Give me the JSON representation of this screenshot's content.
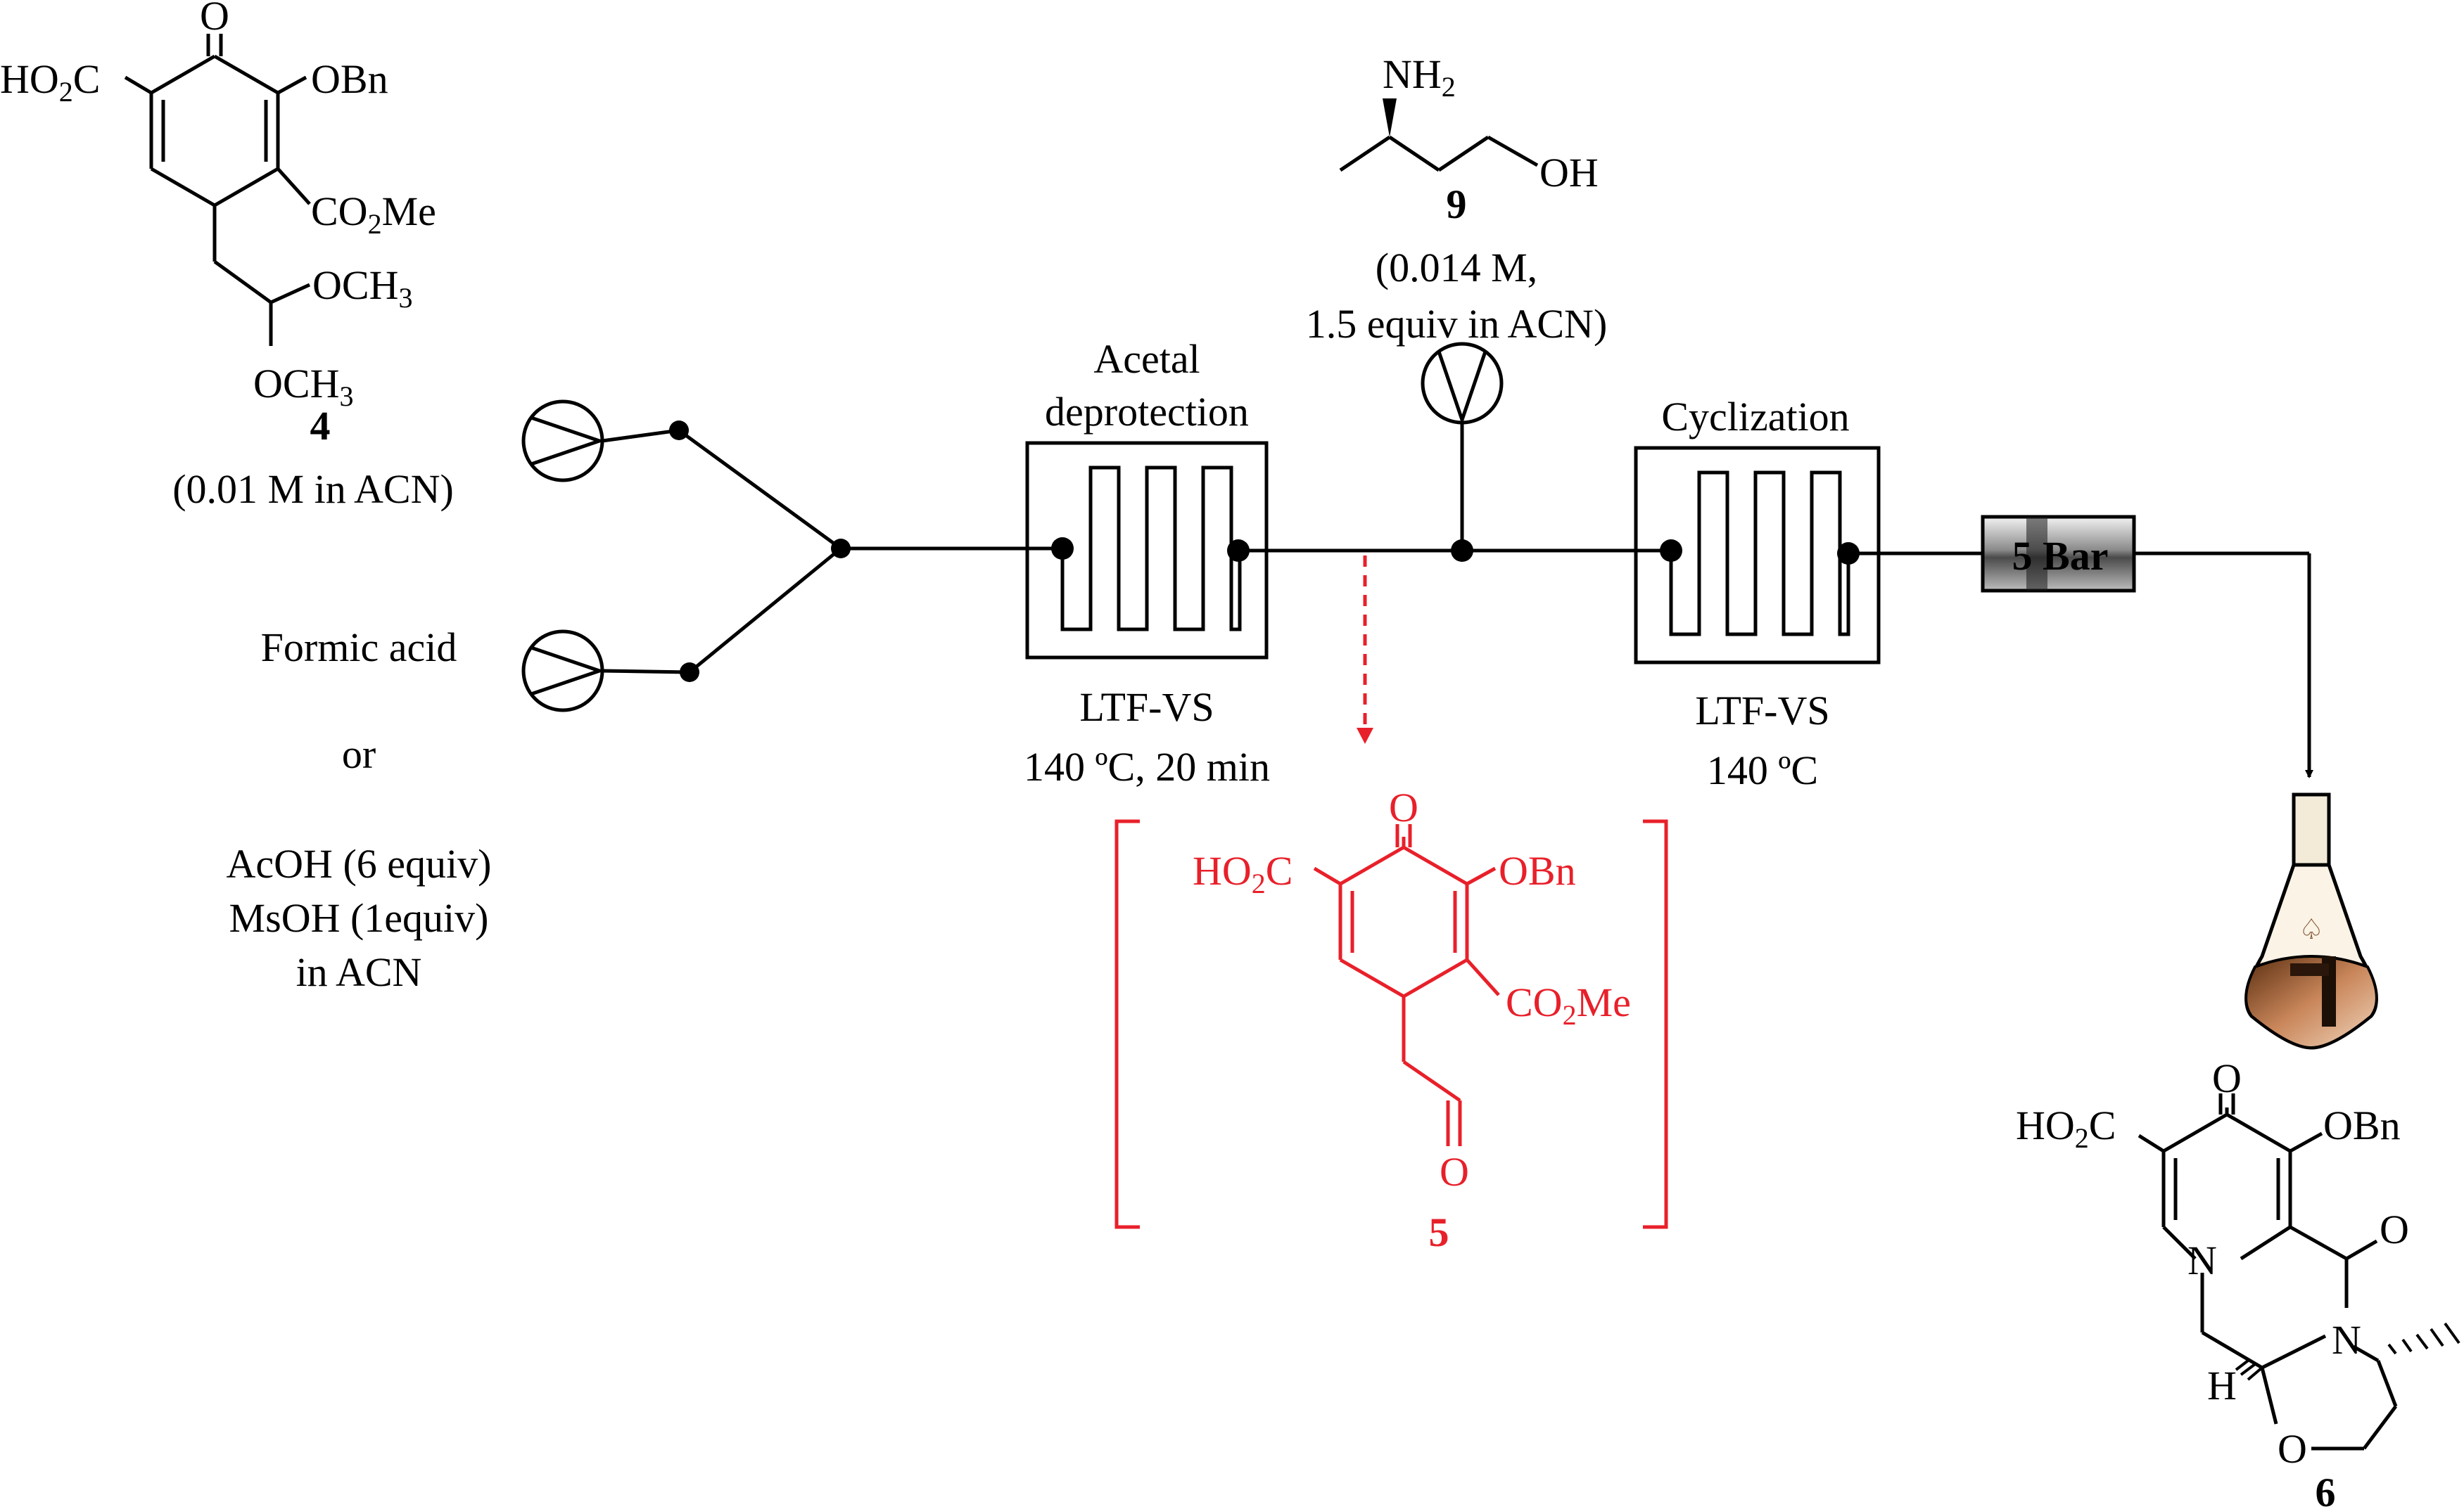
{
  "reagents": {
    "feed_4": {
      "number": "4",
      "concentration": "(0.01 M in ACN)",
      "groups": {
        "carbonyl_o": "O",
        "acid": "HO2C",
        "benzyloxy": "OBn",
        "ester": "CO2Me",
        "methoxy_1": "OCH3",
        "methoxy_2": "OCH3"
      }
    },
    "acid_feed": {
      "line1": "Formic acid",
      "line2": "or",
      "line3": "AcOH (6 equiv)",
      "line4": "MsOH (1equiv)",
      "line5": "in ACN"
    },
    "amine_9": {
      "number": "9",
      "concentration_line1": "(0.014 M,",
      "concentration_line2": "1.5 equiv in ACN)",
      "groups": {
        "amine": "NH2",
        "hydroxyl": "OH"
      }
    }
  },
  "reactors": {
    "deprotection": {
      "title_line1": "Acetal",
      "title_line2": "deprotection",
      "type": "LTF-VS",
      "conditions": "140 ºC, 20 min"
    },
    "cyclization": {
      "title": "Cyclization",
      "type": "LTF-VS",
      "conditions": "140 ºC"
    }
  },
  "bpr": {
    "label": "5 Bar"
  },
  "intermediate_5": {
    "number": "5",
    "color": "#e8202a",
    "groups": {
      "carbonyl_o": "O",
      "acid": "HO2C",
      "benzyloxy": "OBn",
      "ester": "CO2Me",
      "aldehyde_o": "O"
    }
  },
  "product_6": {
    "number": "6",
    "groups": {
      "carbonyl_o": "O",
      "acid": "HO2C",
      "benzyloxy": "OBn",
      "amide_o": "O",
      "n1": "N",
      "n2": "N",
      "h": "H",
      "o_ring": "O"
    }
  },
  "colors": {
    "line": "#000000",
    "accent": "#e8202a"
  }
}
